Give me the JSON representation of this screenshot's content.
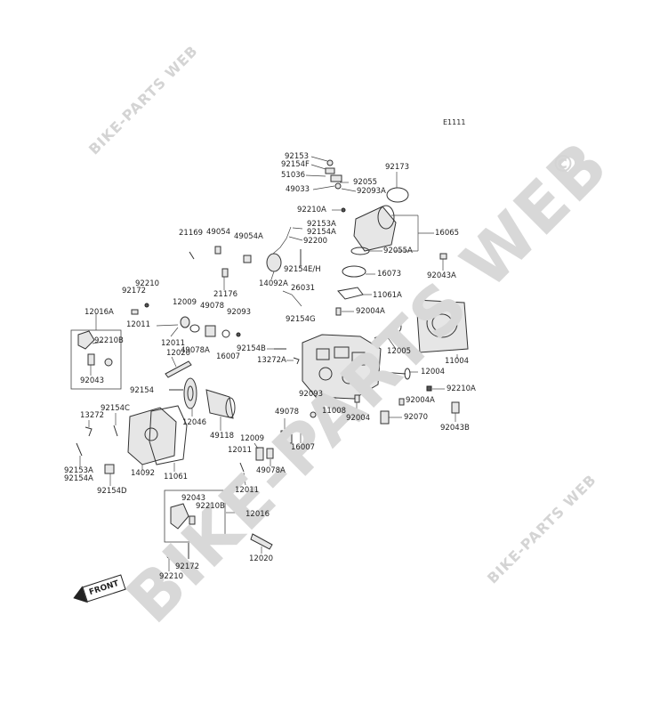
{
  "diagram": {
    "figure_code": "E1111",
    "front_label": "FRONT",
    "watermarks": {
      "main": "BIKE-PARTS WEB",
      "corner": "BIKE-PARTS WEB",
      "symbol": "©"
    },
    "labels": {
      "p92153": "92153",
      "p92154F": "92154F",
      "p51036": "51036",
      "p92055": "92055",
      "p49033": "49033",
      "p92093A_top": "92093A",
      "p92173": "92173",
      "p92210A_top": "92210A",
      "p92153A_top": "92153A",
      "p92154A_top": "92154A",
      "p92200": "92200",
      "p16065": "16065",
      "p92055A": "92055A",
      "p21169": "21169",
      "p49054": "49054",
      "p49054A": "49054A",
      "p92154EH": "92154E/H",
      "p16073": "16073",
      "p92043A": "92043A",
      "p14092A": "14092A",
      "p26031": "26031",
      "p11061A": "11061A",
      "p92210_top": "92210",
      "p92172_top": "92172",
      "p21176": "21176",
      "p12009_top": "12009",
      "p49078_top": "49078",
      "p92093_top": "92093",
      "p92004A_top": "92004A",
      "p12016A": "12016A",
      "p92154G": "92154G",
      "p12011_l1": "12011",
      "p12011_l2": "12011",
      "p49078A_top": "49078A",
      "p16007_top": "16007",
      "p92154B": "92154B",
      "p12005": "12005",
      "p11004": "11004",
      "p92210B_top": "92210B",
      "p12020_top": "12020",
      "p13272A": "13272A",
      "p92043_top": "92043",
      "p12004": "12004",
      "p92154": "92154",
      "p92210A_right": "92210A",
      "p92093_mid": "92093",
      "p92004A_mid": "92004A",
      "p92154C": "92154C",
      "p13272": "13272",
      "p12046": "12046",
      "p11008": "11008",
      "p92004": "92004",
      "p92070": "92070",
      "p49078_mid": "49078",
      "p92043B": "92043B",
      "p49118": "49118",
      "p12009_mid": "12009",
      "p16007_mid": "16007",
      "p12011_m": "12011",
      "p92153A_bot": "92153A",
      "p92154A_bot": "92154A",
      "p14092": "14092",
      "p11061": "11061",
      "p49078A_mid": "49078A",
      "p92154D": "92154D",
      "p12011_b": "12011",
      "p92043_bot": "92043",
      "p92210B_bot": "92210B",
      "p12016": "12016",
      "p12020_bot": "12020",
      "p92172_bot": "92172",
      "p92210_bot": "92210"
    }
  }
}
